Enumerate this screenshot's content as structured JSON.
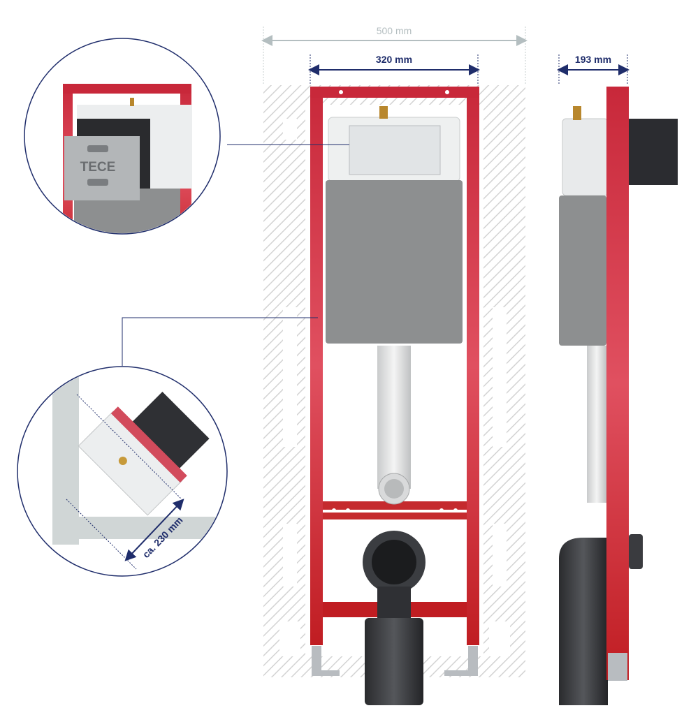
{
  "dimensions": {
    "total_width": "500 mm",
    "frame_width": "320 mm",
    "depth": "193 mm",
    "corner_depth": "ca. 230 mm"
  },
  "logo": {
    "text": "TECE"
  },
  "colors": {
    "frame_red": "#c8283a",
    "dimension_navy": "#1f2d6b",
    "dimension_grey": "#b4bec0",
    "tank_grey": "#8d8f90",
    "wall_hatch": "#d6d6d6"
  }
}
